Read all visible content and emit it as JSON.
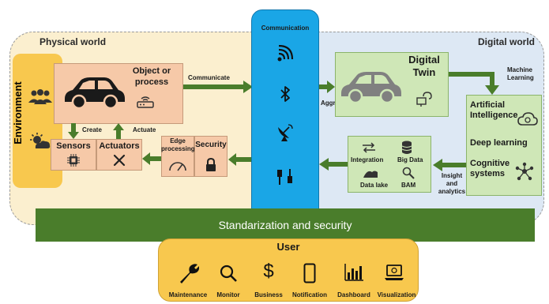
{
  "physical_world": {
    "title": "Physical world",
    "environment": "Environment",
    "object": "Object or process",
    "sensors": "Sensors",
    "actuators": "Actuators",
    "create": "Create",
    "actuate": "Actuate",
    "edge": "Edge processing",
    "security": "Security",
    "communicate": "Communicate"
  },
  "communication": {
    "title": "Communication"
  },
  "digital_world": {
    "title": "Digital world",
    "twin": "Digital Twin",
    "aggregation": "Aggregation",
    "machine_learning": "Machine Learning",
    "ai": "Artificial Intelligence",
    "dl": "Deep learning",
    "cognitive": "Cognitive systems",
    "insight": "Insight and analytics",
    "integration": "Integration",
    "bigdata": "Big Data",
    "datalake": "Data lake",
    "bam": "BAM"
  },
  "standard": "Standarization and security",
  "user": {
    "title": "User",
    "items": [
      "Maintenance",
      "Monitor",
      "Business",
      "Notification",
      "Dashboard",
      "Visualization"
    ]
  }
}
